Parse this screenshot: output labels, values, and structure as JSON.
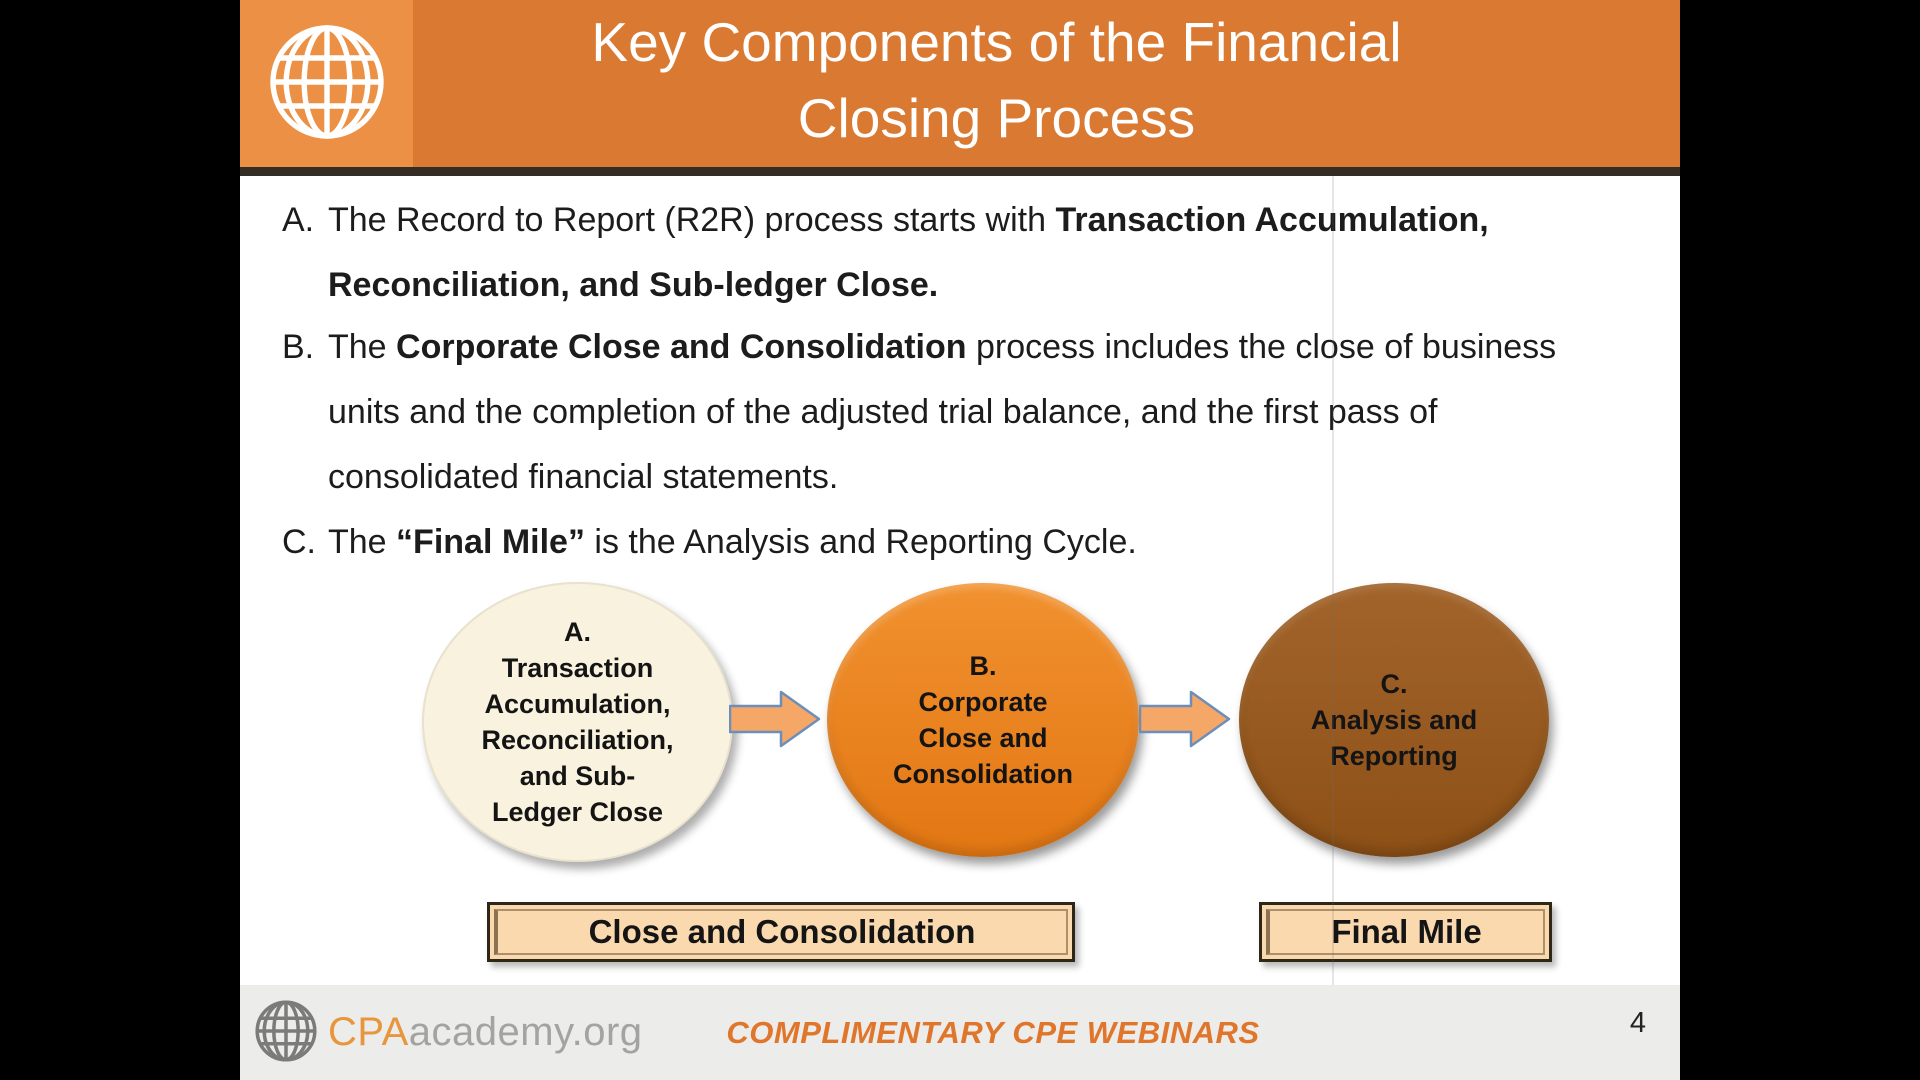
{
  "header": {
    "title_line1": "Key Components of the Financial",
    "title_line2": "Closing Process"
  },
  "bullets": {
    "a_label": "A.",
    "a1_normal": "The Record to Report (R2R) process starts with ",
    "a1_bold": "Transaction Accumulation,",
    "a2_bold": "Reconciliation, and Sub-ledger Close.",
    "b_label": "B.",
    "b1_pre": "The ",
    "b1_bold": "Corporate Close and Consolidation",
    "b1_post": " process includes the close of business",
    "b2": "units and the completion of the adjusted trial balance, and the first pass of",
    "b3": "consolidated financial statements.",
    "c_label": "C.",
    "c_pre": "The ",
    "c_bold": "“Final Mile”",
    "c_post": " is the Analysis and Reporting Cycle."
  },
  "diagram": {
    "ellipse_a": {
      "label": "A.",
      "line1": "Transaction",
      "line2": "Accumulation,",
      "line3": "Reconciliation,",
      "line4": "and Sub-",
      "line5": "Ledger Close",
      "fill": "#F8F2DE"
    },
    "ellipse_b": {
      "label": "B.",
      "line1": "Corporate",
      "line2": "Close and",
      "line3": "Consolidation",
      "fill": "#E8831F"
    },
    "ellipse_c": {
      "label": "C.",
      "line1": "Analysis and",
      "line2": "Reporting",
      "fill": "#975722"
    },
    "box_close": "Close and Consolidation",
    "box_final": "Final Mile",
    "arrow_fill": "#F5A768",
    "arrow_stroke": "#6C8EB8"
  },
  "footer": {
    "brand_cpa": "CPA",
    "brand_rest": "academy.org",
    "tagline": "COMPLIMENTARY CPE WEBINARS",
    "page_number": "4"
  },
  "colors": {
    "header_orange": "#DA7A32",
    "logo_square_orange": "#EB9044",
    "header_strip": "#342D25",
    "plaque_fill": "#FBD9AE",
    "footer_bg": "#ECECEA",
    "tagline_orange": "#E0762C",
    "brand_orange": "#E8963C"
  }
}
